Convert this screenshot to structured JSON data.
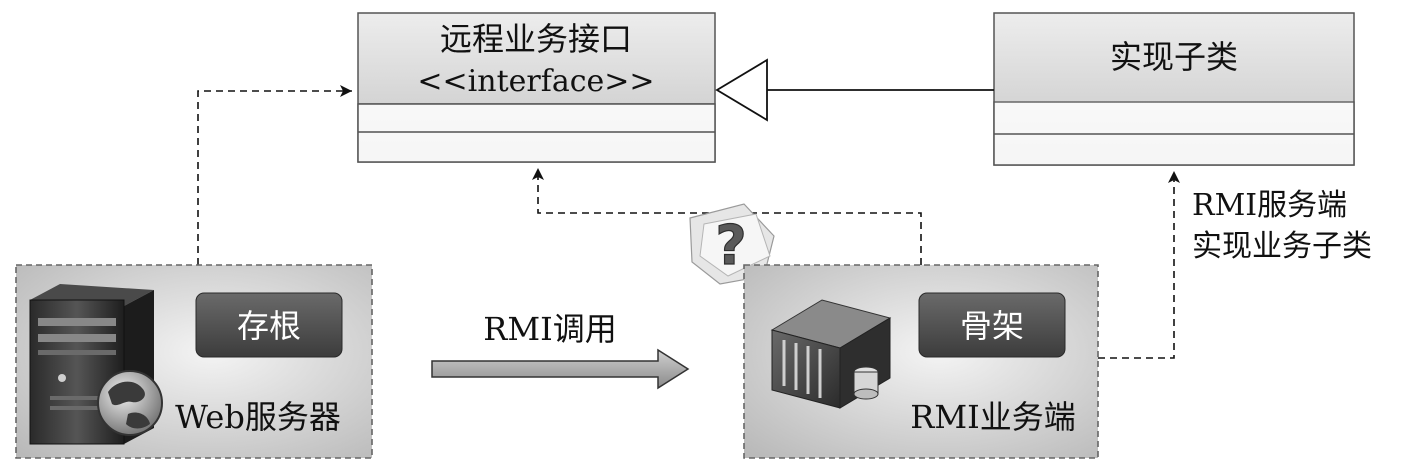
{
  "interface_class": {
    "name": "远程业务接口",
    "stereotype": "<<interface>>"
  },
  "impl_class": {
    "name": "实现子类"
  },
  "web_server": {
    "stub_label": "存根",
    "caption": "Web服务器"
  },
  "rmi_server": {
    "skeleton_label": "骨架",
    "caption": "RMI业务端"
  },
  "call_arrow": {
    "label": "RMI调用"
  },
  "impl_note": {
    "line1": "RMI服务端",
    "line2": "实现业务子类"
  },
  "question_mark": "?",
  "colors": {
    "class_fill_top": "#e4e4e4",
    "class_fill_bottom": "#c9c9c9",
    "node_fill": "#cfcfcf",
    "node_fill_light": "#ececec",
    "label_box": "#4a4a4a",
    "stroke": "#333333"
  }
}
